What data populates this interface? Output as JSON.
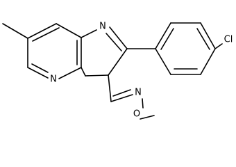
{
  "atoms": {
    "ring_n": "N",
    "imidazole_n": "N",
    "oxime_n": "N",
    "oxime_o": "O",
    "chlorine": "Cl"
  },
  "colors": {
    "bond": "#000000",
    "label": "#000000",
    "background": "#ffffff"
  }
}
